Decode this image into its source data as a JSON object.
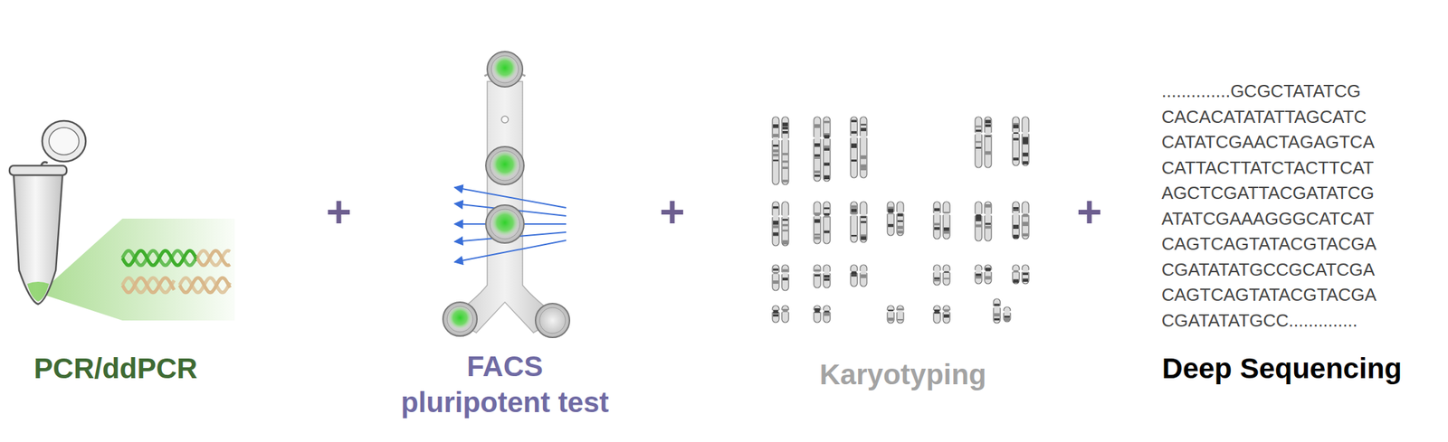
{
  "diagram": {
    "labels": [
      "PCR/ddPCR",
      "+",
      "FACS pluripotent test",
      "+",
      "Karyotyping",
      "+",
      "..............GCGCTATATCG",
      "CACACATATATTAGCATC",
      "CATATCGAACTAGAGTCA",
      "CATTACTTATCTACTTCAT",
      "AGCTCGATTACGATATCG",
      "ATATCGAAAGGGCATCAT",
      "CAGTCAGTATACGTACGA",
      "CGATATATGCCGCATCGA",
      "CAGTCAGTATACGTACGA",
      "CGATATATGCC..............",
      "Deep Sequencing"
    ]
  }
}
